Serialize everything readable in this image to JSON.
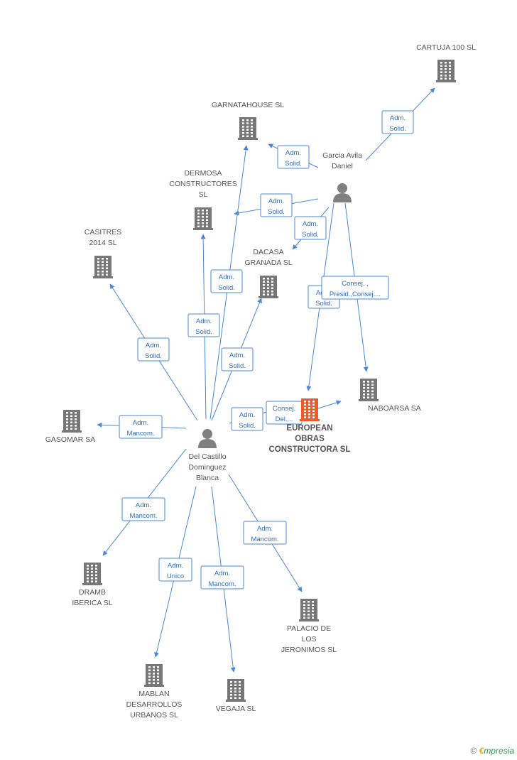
{
  "colors": {
    "edge": "#4a87d8",
    "edge_text": "#2f6cc0",
    "company": "#777777",
    "main_company": "#f05a28",
    "person": "#808080"
  },
  "nodes": [
    {
      "id": "del_castillo",
      "type": "person",
      "lines": [
        "Del Castillo",
        "Dominguez",
        "Blanca"
      ]
    },
    {
      "id": "garcia_avila",
      "type": "person",
      "lines": [
        "Garcia Avila",
        "Daniel"
      ]
    },
    {
      "id": "european",
      "type": "main-company",
      "lines": [
        "EUROPEAN",
        "OBRAS",
        "CONSTRUCTORA SL"
      ]
    },
    {
      "id": "cartuja",
      "type": "company",
      "lines": [
        "CARTUJA 100 SL"
      ]
    },
    {
      "id": "garnatahouse",
      "type": "company",
      "lines": [
        "GARNATAHOUSE SL"
      ]
    },
    {
      "id": "dermosa",
      "type": "company",
      "lines": [
        "DERMOSA",
        "CONSTRUCTORES",
        "SL"
      ]
    },
    {
      "id": "casitres",
      "type": "company",
      "lines": [
        "CASITRES",
        "2014 SL"
      ]
    },
    {
      "id": "dacasa",
      "type": "company",
      "lines": [
        "DACASA",
        "GRANADA SL"
      ]
    },
    {
      "id": "naboarsa",
      "type": "company",
      "lines": [
        "NABOARSA SA"
      ]
    },
    {
      "id": "gasomar",
      "type": "company",
      "lines": [
        "GASOMAR SA"
      ]
    },
    {
      "id": "dramb",
      "type": "company",
      "lines": [
        "DRAMB",
        "IBERICA SL"
      ]
    },
    {
      "id": "palacio",
      "type": "company",
      "lines": [
        "PALACIO DE",
        "LOS",
        "JERONIMOS SL"
      ]
    },
    {
      "id": "mablan",
      "type": "company",
      "lines": [
        "MABLAN",
        "DESARROLLOS",
        "URBANOS  SL"
      ]
    },
    {
      "id": "vegaja",
      "type": "company",
      "lines": [
        "VEGAJA SL"
      ]
    }
  ],
  "edges": [
    {
      "from": "garcia_avila",
      "to": "cartuja",
      "label": [
        "Adm.",
        "Solid."
      ]
    },
    {
      "from": "garcia_avila",
      "to": "garnatahouse",
      "label": [
        "Adm.",
        "Solid."
      ]
    },
    {
      "from": "garcia_avila",
      "to": "dermosa",
      "label": [
        "Adm.",
        "Solid."
      ]
    },
    {
      "from": "garcia_avila",
      "to": "dacasa",
      "label": [
        "Adm.",
        "Solid."
      ]
    },
    {
      "from": "garcia_avila",
      "to": "european",
      "label": [
        "Adm.",
        "Solid."
      ]
    },
    {
      "from": "garcia_avila",
      "to": "naboarsa",
      "label": [
        "Consej. ,",
        "Presid.,Consej...."
      ]
    },
    {
      "from": "del_castillo",
      "to": "garnatahouse",
      "label": [
        "Adm.",
        "Solid."
      ]
    },
    {
      "from": "del_castillo",
      "to": "dermosa",
      "label": [
        "Adm.",
        "Solid."
      ]
    },
    {
      "from": "del_castillo",
      "to": "casitres",
      "label": [
        "Adm.",
        "Solid."
      ]
    },
    {
      "from": "del_castillo",
      "to": "dacasa",
      "label": [
        "Adm.",
        "Solid."
      ]
    },
    {
      "from": "del_castillo",
      "to": "european",
      "label": [
        "Adm.",
        "Solid."
      ]
    },
    {
      "from": "european",
      "to": "naboarsa",
      "label": [
        "Consej.",
        "Del...."
      ]
    },
    {
      "from": "del_castillo",
      "to": "gasomar",
      "label": [
        "Adm.",
        "Mancom."
      ]
    },
    {
      "from": "del_castillo",
      "to": "dramb",
      "label": [
        "Adm.",
        "Mancom."
      ]
    },
    {
      "from": "del_castillo",
      "to": "palacio",
      "label": [
        "Adm.",
        "Mancom."
      ]
    },
    {
      "from": "del_castillo",
      "to": "mablan",
      "label": [
        "Adm.",
        "Unico"
      ]
    },
    {
      "from": "del_castillo",
      "to": "vegaja",
      "label": [
        "Adm.",
        "Mancom."
      ]
    }
  ],
  "footer": {
    "copyright": "©",
    "brand_initial": "€",
    "brand_rest": "mpresia"
  }
}
